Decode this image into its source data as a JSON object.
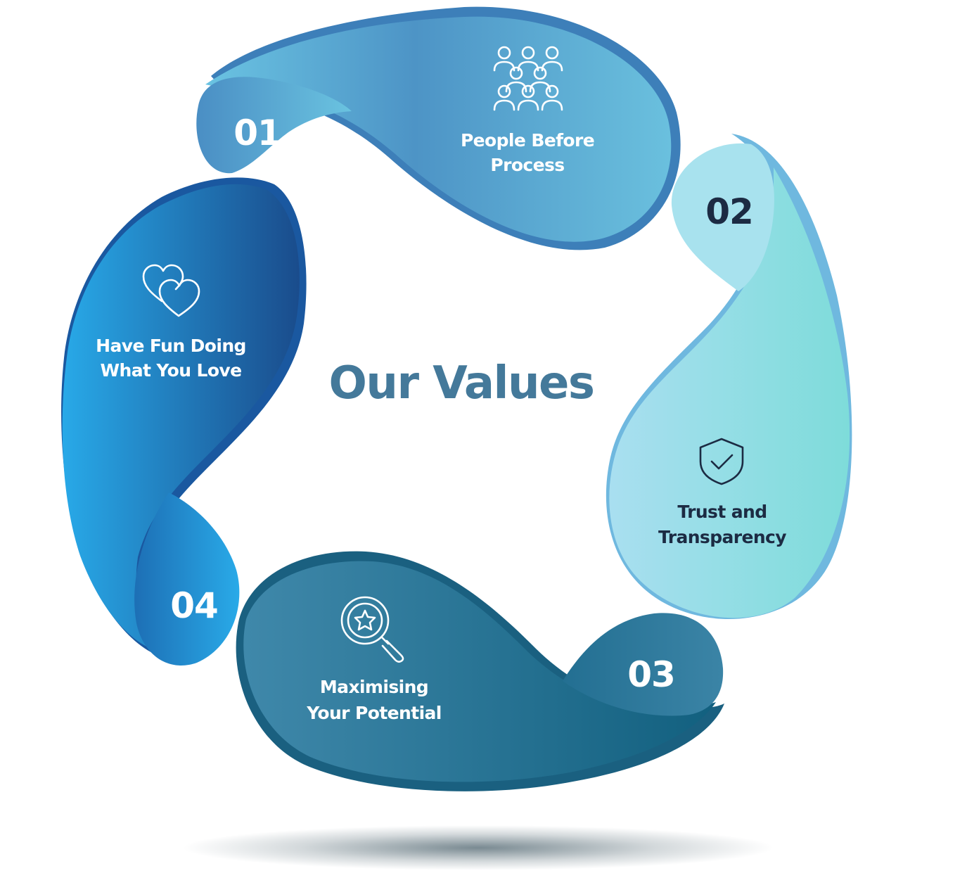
{
  "title": "Our Values",
  "values": [
    {
      "number": "01",
      "line1": "People Before",
      "line2": "Process",
      "icon": "people-group-icon"
    },
    {
      "number": "02",
      "line1": "Trust and",
      "line2": "Transparency",
      "icon": "shield-check-icon"
    },
    {
      "number": "03",
      "line1": "Maximising",
      "line2": "Your Potential",
      "icon": "magnifier-star-icon"
    },
    {
      "number": "04",
      "line1": "Have Fun Doing",
      "line2": "What You Love",
      "icon": "two-hearts-icon"
    }
  ],
  "colors": {
    "title": "#44799a",
    "dark_text": "#1c2b43",
    "light_text": "#ffffff",
    "petal1": [
      "#6bc3e0",
      "#4a90c2"
    ],
    "petal2": [
      "#a6e0ec",
      "#7fd9dc"
    ],
    "petal3": [
      "#3e86a8",
      "#175f80"
    ],
    "petal4": [
      "#2aa8e6",
      "#1b4f8e"
    ]
  }
}
